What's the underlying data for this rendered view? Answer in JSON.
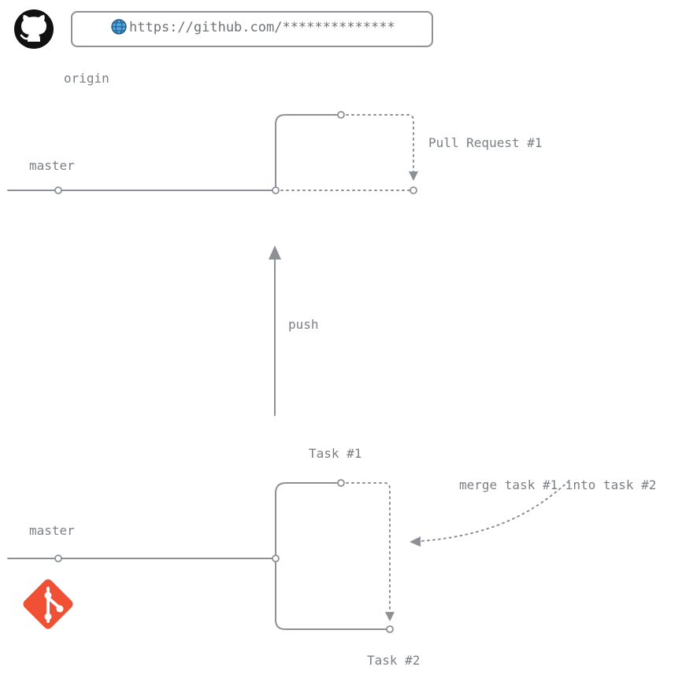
{
  "remote": {
    "url": "https://github.com/**************",
    "name": "origin",
    "branch": "master",
    "pull_request": "Pull Request #1"
  },
  "push_label": "push",
  "local": {
    "branch": "master",
    "task1": "Task #1",
    "task2": "Task #2",
    "merge_note": "merge task #1 into task #2"
  },
  "icons": {
    "remote_logo": "github-icon",
    "url_globe": "globe-icon",
    "local_logo": "git-icon"
  },
  "colors": {
    "stroke": "#8d9196",
    "git_brand": "#f05033",
    "text": "#7b7f85"
  }
}
